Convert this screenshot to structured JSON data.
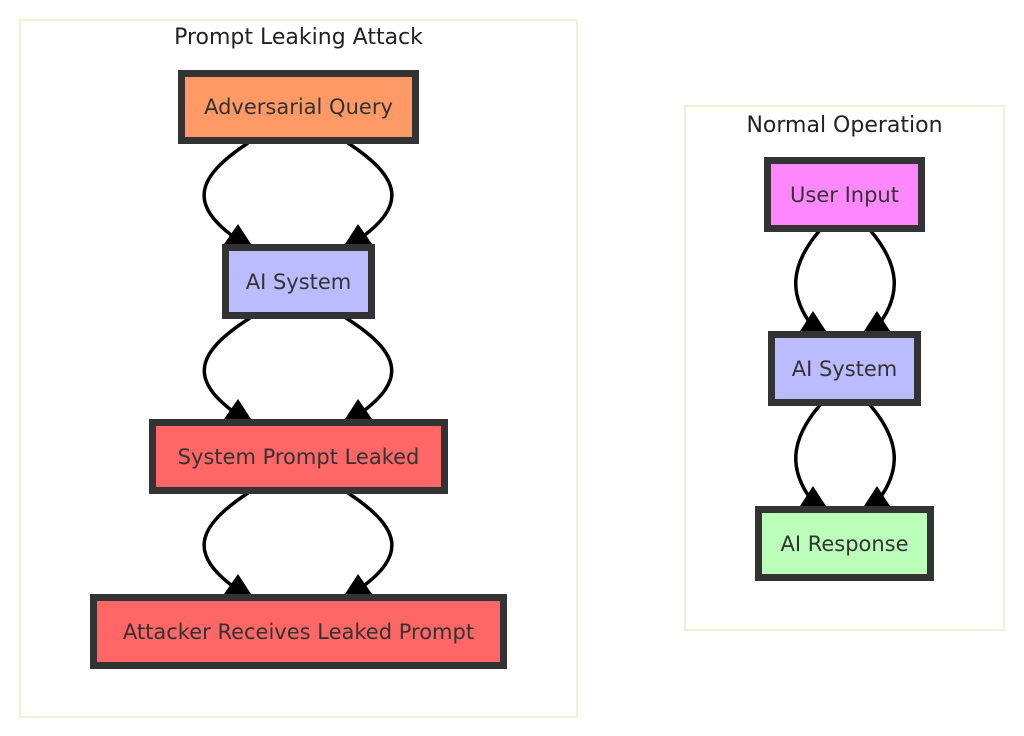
{
  "clusters": {
    "leaking": {
      "title": "Prompt Leaking Attack"
    },
    "normal": {
      "title": "Normal Operation"
    }
  },
  "nodes": {
    "adversarial_query": {
      "label": "Adversarial Query",
      "fill": "#ff9966"
    },
    "ai_system_leak": {
      "label": "AI System",
      "fill": "#bbbbff"
    },
    "system_prompt_leaked": {
      "label": "System Prompt Leaked",
      "fill": "#ff6666"
    },
    "attacker_receives": {
      "label": "Attacker Receives Leaked Prompt",
      "fill": "#ff6666"
    },
    "user_input": {
      "label": "User Input",
      "fill": "#ff88ff"
    },
    "ai_system_normal": {
      "label": "AI System",
      "fill": "#bbbbff"
    },
    "ai_response": {
      "label": "AI Response",
      "fill": "#bbffbb"
    }
  },
  "edges": [
    {
      "from": "adversarial_query",
      "to": "ai_system_leak"
    },
    {
      "from": "adversarial_query",
      "to": "ai_system_leak"
    },
    {
      "from": "ai_system_leak",
      "to": "system_prompt_leaked"
    },
    {
      "from": "ai_system_leak",
      "to": "system_prompt_leaked"
    },
    {
      "from": "system_prompt_leaked",
      "to": "attacker_receives"
    },
    {
      "from": "system_prompt_leaked",
      "to": "attacker_receives"
    },
    {
      "from": "user_input",
      "to": "ai_system_normal"
    },
    {
      "from": "user_input",
      "to": "ai_system_normal"
    },
    {
      "from": "ai_system_normal",
      "to": "ai_response"
    },
    {
      "from": "ai_system_normal",
      "to": "ai_response"
    }
  ],
  "colors": {
    "border": "#333333",
    "edge": "#000000",
    "cluster_border": "#f1f1d6"
  }
}
